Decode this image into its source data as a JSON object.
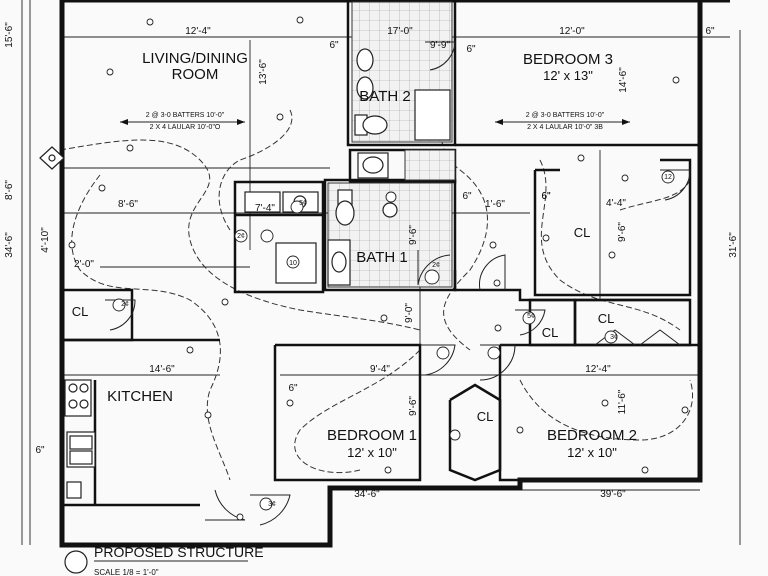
{
  "rooms": {
    "living": [
      "LIVING/DINING",
      "ROOM"
    ],
    "bath2": "BATH 2",
    "bedroom3": [
      "BEDROOM 3",
      "12' x 13\""
    ],
    "bath1": "BATH 1",
    "kitchen": "KITCHEN",
    "bedroom1": [
      "BEDROOM 1",
      "12' x 10\""
    ],
    "bedroom2": [
      "BEDROOM 2",
      "12' x 10\""
    ],
    "closets": [
      "CL",
      "CL",
      "CL",
      "CL",
      "CL"
    ]
  },
  "dimensions": {
    "top_living": "12'-4\"",
    "top_bath2": "17'-0\"",
    "top_bedroom3": "12'-0\"",
    "top_right": "6\"",
    "left_top": "15'-6\"",
    "left_mid": "8'-6\"",
    "left_total": "34'-6\"",
    "left_bottom": "6\"",
    "left_vertical": "4'-10\"",
    "right_total": "31'-6\"",
    "right_bedroom3": "14'-6\"",
    "living_vertical": "13'-6\"",
    "mid_85": "8'-6\"",
    "mid_2": "2'-0\"",
    "kitchen_146": "14'-6\"",
    "kitchen_6": "6\"",
    "hall_94": "9'-4\"",
    "bed2_124": "12'-4\"",
    "bed3_15": "1'-6\"",
    "bed3_6": "6\"",
    "bed3_44": "4'-4\"",
    "bed3_96": "9'-6\"",
    "bed2_116": "11'-6\"",
    "bed1_96": "9'-6\"",
    "bath1_96": "9'-6\"",
    "bath1_74": "7'-4\"",
    "bath2_6": "6\"",
    "bath2_6b": "6\"",
    "bath1_6": "6\"",
    "bed3_6b": "6\"",
    "bath2_99": "9'-9\"",
    "hall_9": "9'-0\"",
    "bottom_left": "34'-6\"",
    "bottom_right": "39'-6\""
  },
  "notes": {
    "living_batters": [
      "2 @ 3-0 BATTERS 10'-0\"",
      "2 X 4 LAULAR 10'-0\"O"
    ],
    "bed3_batters": [
      "2 @ 3-0 BATTERS 10'-0\"",
      "2 X 4 LAULAR 10'-0\" 3B"
    ]
  },
  "symbols": [
    "2¢",
    "2¢",
    "3¢",
    "5¢",
    "10",
    "5¢",
    "12",
    "2¢",
    "3¢"
  ],
  "title": "PROPOSED STRUCTURE",
  "scale": "SCALE 1/8 = 1'-0\""
}
